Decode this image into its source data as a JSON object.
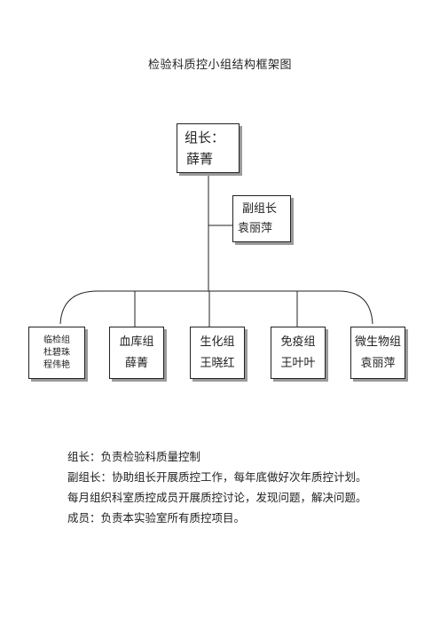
{
  "title": "检验科质控小组结构框架图",
  "leader": {
    "role": "组长：",
    "name": "薛菁"
  },
  "deputy": {
    "role": "副组长",
    "name": "袁丽萍"
  },
  "groups": [
    {
      "name": "临检组",
      "members": [
        "杜碧珠",
        "程伟艳"
      ]
    },
    {
      "name": "血库组",
      "members": [
        "薛菁"
      ]
    },
    {
      "name": "生化组",
      "members": [
        "王晓红"
      ]
    },
    {
      "name": "免疫组",
      "members": [
        "王叶叶"
      ]
    },
    {
      "name": "微生物组",
      "members": [
        "袁丽萍"
      ]
    }
  ],
  "notes": [
    "组长：负责检验科质量控制",
    "副组长：协助组长开展质控工作，每年底做好次年质控计划。",
    "每月组织科室质控成员开展质控讨论，发现问题，解决问题。",
    "成员：负责本实验室所有质控项目。"
  ]
}
